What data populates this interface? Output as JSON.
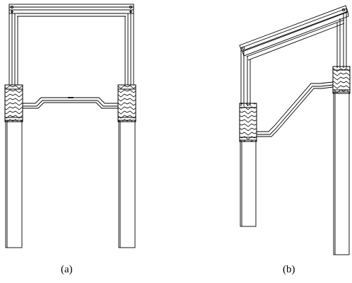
{
  "figure": {
    "panels": [
      {
        "id": "a",
        "caption": "(a)"
      },
      {
        "id": "b",
        "caption": "(b)"
      }
    ],
    "colors": {
      "line": "#000000",
      "background": "#ffffff"
    }
  }
}
